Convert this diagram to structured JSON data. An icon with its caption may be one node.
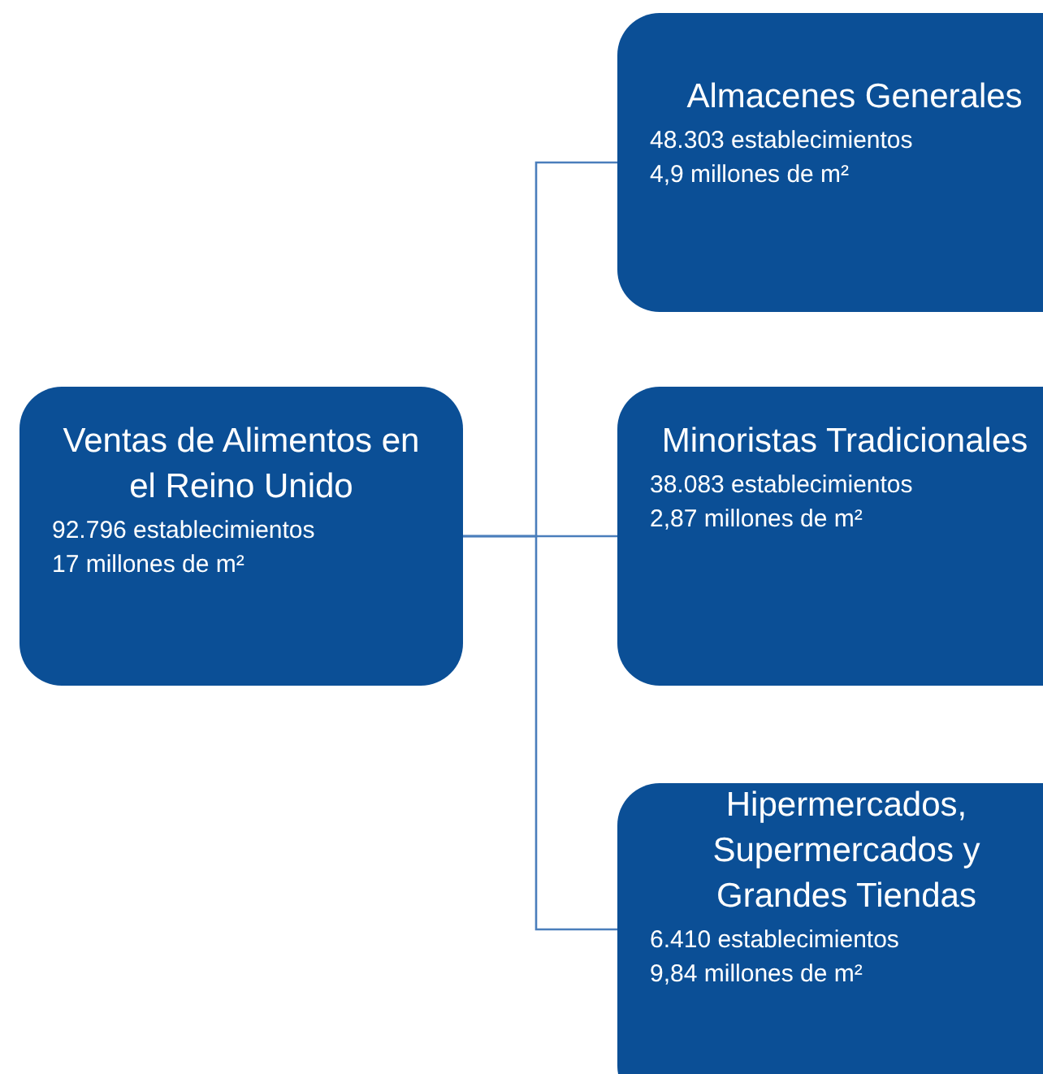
{
  "diagram": {
    "nodes": [
      {
        "text": [
          "Ventas de Alimentos en el Reino Unido",
          "92.796 establecimientos",
          "17 millones de m²"
        ]
      },
      {
        "text": [
          "Almacenes Generales",
          "48.303 establecimientos",
          "4,9 millones de m²"
        ]
      },
      {
        "text": [
          "Minoristas Tradicionales",
          "38.083 establecimientos",
          "2,87 millones de m²"
        ]
      },
      {
        "text": [
          "Hipermercados, Supermercados y Grandes Tiendas",
          "6.410 establecimientos",
          "9,84 millones de m²"
        ]
      }
    ],
    "edges": [
      {
        "from": 0,
        "to": 1,
        "arrow": "none"
      },
      {
        "from": 0,
        "to": 2,
        "arrow": "none"
      },
      {
        "from": 0,
        "to": 3,
        "arrow": "none"
      }
    ]
  }
}
